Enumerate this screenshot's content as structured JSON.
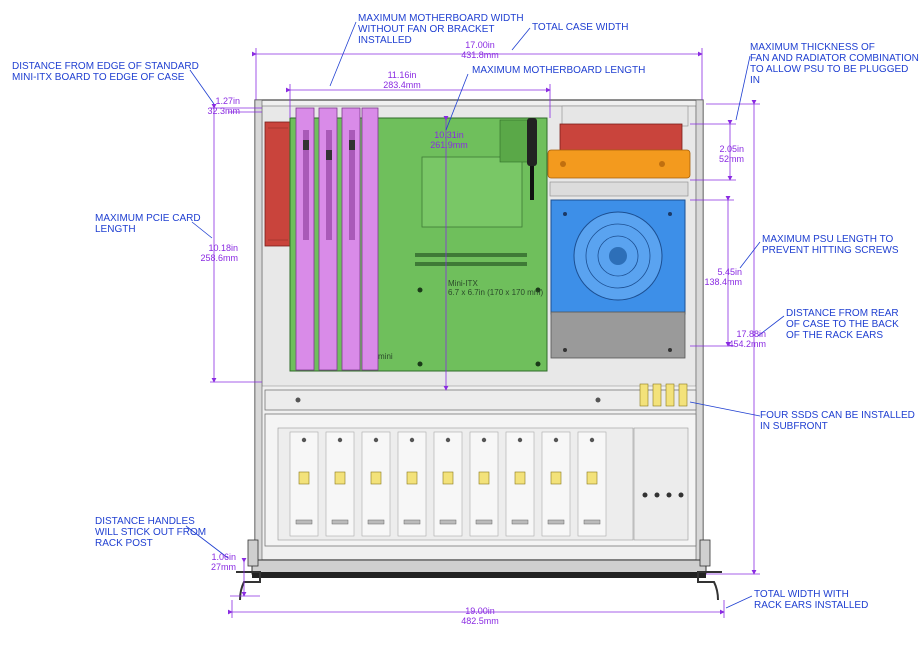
{
  "callouts": {
    "mb_width": "MAXIMUM MOTHERBOARD WIDTH\nWITHOUT FAN OR BRACKET\nINSTALLED",
    "total_case_width": "TOTAL CASE WIDTH",
    "edge_distance": "DISTANCE FROM EDGE OF STANDARD\nMINI-ITX BOARD TO EDGE OF CASE",
    "mb_length": "MAXIMUM MOTHERBOARD LENGTH",
    "fan_thickness": "MAXIMUM THICKNESS OF\nFAN AND RADIATOR COMBINATION\nTO ALLOW PSU TO BE PLUGGED\nIN",
    "pcie_length": "MAXIMUM PCIe CARD\nLENGTH",
    "psu_length": "MAXIMUM PSU LENGTH TO\nPREVENT HITTING SCREWS",
    "rear_distance": "DISTANCE FROM REAR\nOF CASE TO THE BACK\nOF THE RACK EARS",
    "ssd": "FOUR SSDs CAN BE INSTALLED\nIN SUBFRONT",
    "handles": "DISTANCE HANDLES\nWILL STICK OUT FROM\nRACK POST",
    "total_width_ears": "TOTAL WIDTH WITH\nRACK EARS INSTALLED"
  },
  "dimensions": {
    "case_width": "17.00in\n431.8mm",
    "mb_width": "11.16in\n283.4mm",
    "edge_gap": "1.27in\n32.3mm",
    "mb_length": "10.31in\n261.9mm",
    "fan_thickness": "2.05in\n52mm",
    "pcie_length": "10.18in\n258.6mm",
    "psu_length": "5.45in\n138.4mm",
    "rear_distance": "17.88in\n454.2mm",
    "handles": "1.06in\n27mm",
    "total_width": "19.00in\n482.5mm"
  },
  "board": {
    "label": "Mini-ITX\n6.7 x 6.7in (170 x 170 mm)",
    "card_text": "mini"
  },
  "colors": {
    "callout": "#1f3fd1",
    "dimension": "#8a2be2",
    "motherboard": "#6fbf5c",
    "pcie_card": "#d98be8",
    "fan_red": "#c9443c",
    "bracket_orange": "#f39a1e",
    "psu_blue": "#3d8fe8",
    "case_gray": "#e4e4e4"
  }
}
